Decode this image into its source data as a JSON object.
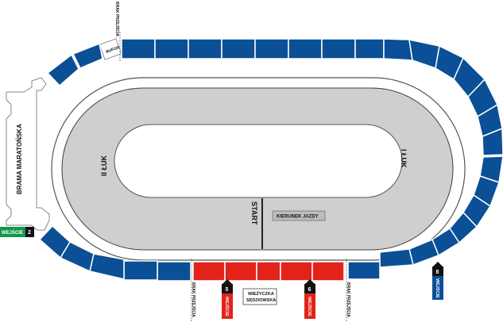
{
  "map": {
    "track_labels": {
      "first_bend": "I ŁUK",
      "second_bend": "II ŁUK",
      "start": "START",
      "direction": "KIERUNEK JAZDY"
    },
    "gate": {
      "name": "BRAMA MARATOŃSKA"
    },
    "buffet": "BUFOR",
    "no_passage": "BRAK PRZEJŚCIA",
    "judges_tower": {
      "line1": "WIEŻYCZKA",
      "line2": "SĘDZIOWSKA"
    },
    "entrances": [
      {
        "label": "WEJŚCIE",
        "number": "2",
        "color": "#0e9a4a"
      },
      {
        "label": "WEJŚCIE",
        "number": "5",
        "color": "#e2231a"
      },
      {
        "label": "WEJŚCIE",
        "number": "6",
        "color": "#e2231a"
      },
      {
        "label": "WEJŚCIE",
        "number": "8",
        "color": "#0b4f96"
      }
    ],
    "colors": {
      "stand_blue": "#0b4f96",
      "stand_red": "#e2231a",
      "infield": "#cfcfcf",
      "track_line": "#333333"
    }
  }
}
